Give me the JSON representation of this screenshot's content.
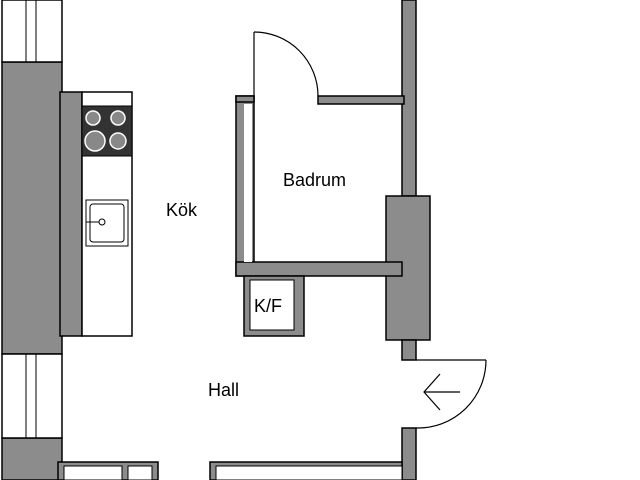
{
  "plan": {
    "rooms": {
      "kitchen": "Kök",
      "bathroom": "Badrum",
      "hall": "Hall",
      "closet": "K/F"
    }
  }
}
